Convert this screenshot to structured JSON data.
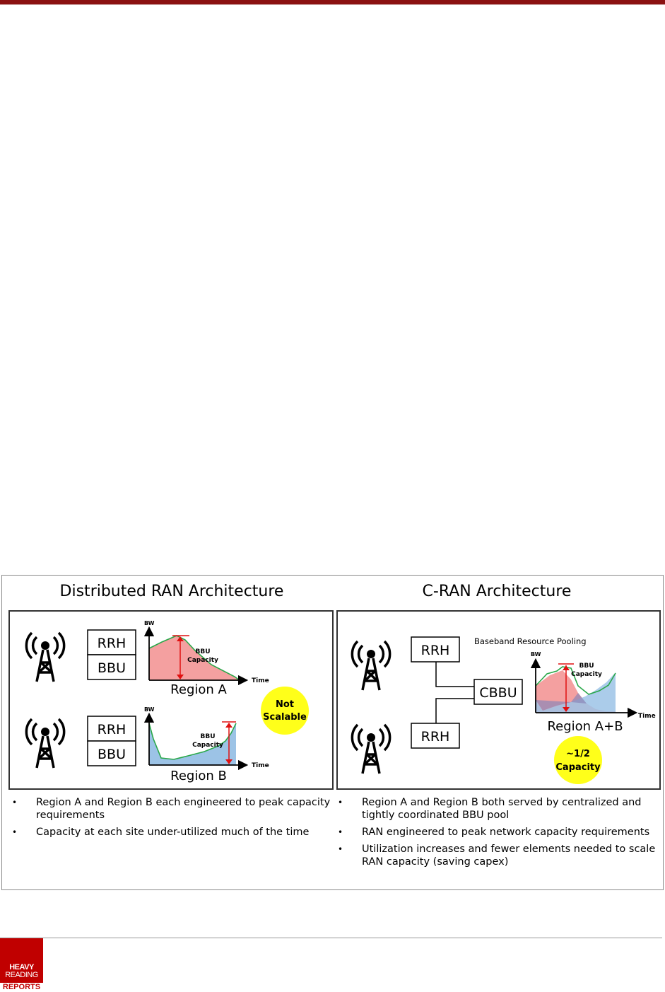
{
  "left_panel": {
    "title": "Distributed RAN Architecture",
    "site_a": {
      "rrh": "RRH",
      "bbu": "BBU"
    },
    "site_b": {
      "rrh": "RRH",
      "bbu": "BBU"
    },
    "chart_a": {
      "y_axis": "BW",
      "x_axis": "Time",
      "annotation_line1": "BBU",
      "annotation_line2": "Capacity",
      "caption": "Region A"
    },
    "chart_b": {
      "y_axis": "BW",
      "x_axis": "Time",
      "annotation_line1": "BBU",
      "annotation_line2": "Capacity",
      "caption": "Region B"
    },
    "badge_line1": "Not",
    "badge_line2": "Scalable",
    "bullets": [
      "Region A and Region B each engineered to peak capacity requirements",
      "Capacity at each site under-utilized much of the time"
    ]
  },
  "right_panel": {
    "title": "C-RAN Architecture",
    "rrh_top": "RRH",
    "rrh_bottom": "RRH",
    "cbbu": "CBBU",
    "pooling_label": "Baseband Resource Pooling",
    "chart": {
      "y_axis": "BW",
      "x_axis": "Time",
      "annotation_line1": "BBU",
      "annotation_line2": "Capacity",
      "caption": "Region A+B"
    },
    "badge_line1": "~1/2",
    "badge_line2": "Capacity",
    "bullets": [
      "Region A and Region B both served by centralized and tightly coordinated BBU pool",
      "RAN engineered to peak network capacity requirements",
      "Utilization increases and fewer elements needed to scale RAN capacity (saving capex)"
    ]
  },
  "logo": {
    "line1": "HEAVY",
    "line2": "READING",
    "line3": "REPORTS"
  },
  "colors": {
    "header_bar": "#8b1111",
    "region_a_fill": "#f4a0a0",
    "region_b_fill": "#9cc3e6",
    "capacity_line": "#2aa84a",
    "arrow_red": "#e01010",
    "badge_yellow": "#ffff1a",
    "logo_red": "#c00000"
  }
}
